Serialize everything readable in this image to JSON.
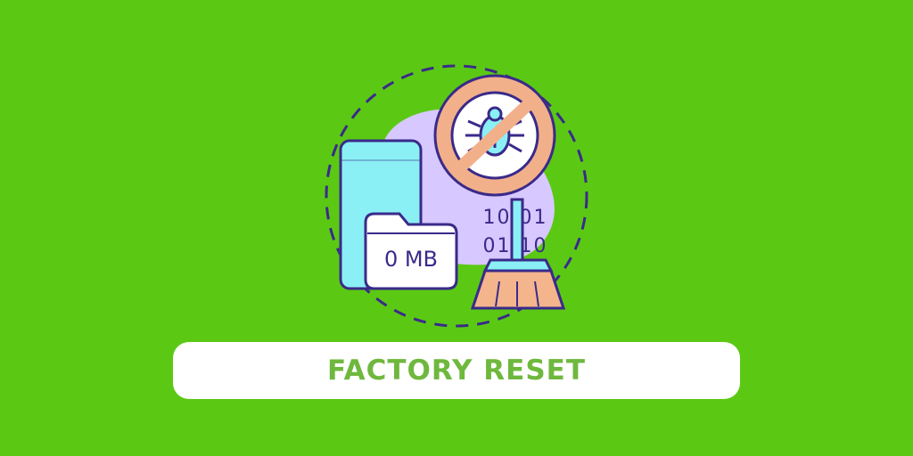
{
  "banner": {
    "title": "FACTORY RESET"
  },
  "illustration": {
    "folder_label": "0 MB",
    "binary_row_1": "10 01",
    "binary_row_2": "01 10",
    "icons": [
      "smartphone-icon",
      "folder-icon",
      "no-bug-icon",
      "broom-icon",
      "binary-code-icon"
    ]
  },
  "colors": {
    "background": "#5bc914",
    "banner_bg": "#ffffff",
    "banner_text": "#6fb83e",
    "outline": "#3a2a8a",
    "phone_fill": "#8af0f5",
    "folder_fill": "#ffffff",
    "blob_fill": "#d7c8ff",
    "no_sign_fill": "#f2b08a",
    "broom_fill": "#f4b58c"
  }
}
